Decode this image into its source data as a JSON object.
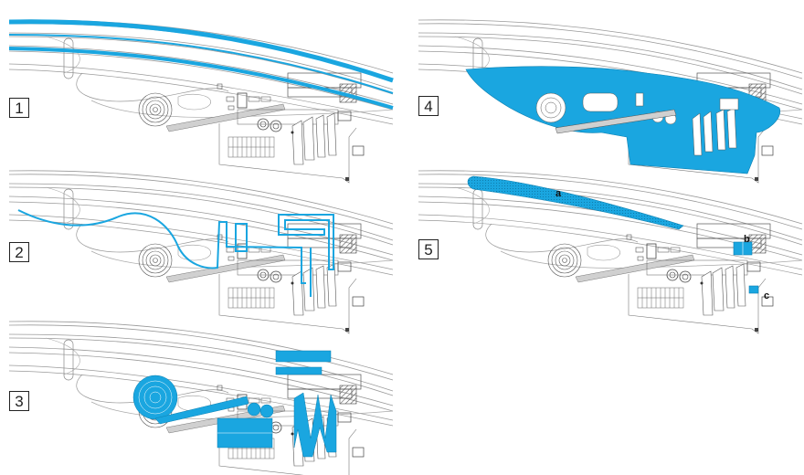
{
  "colors": {
    "accent": "#1aa6e0",
    "line": "#9a9a9a",
    "dark": "#444444",
    "box": "#222222"
  },
  "panels": [
    {
      "number": "1"
    },
    {
      "number": "2"
    },
    {
      "number": "3"
    },
    {
      "number": "4"
    },
    {
      "number": "5",
      "labels": {
        "a": "a",
        "b": "b",
        "c": "c"
      }
    }
  ]
}
